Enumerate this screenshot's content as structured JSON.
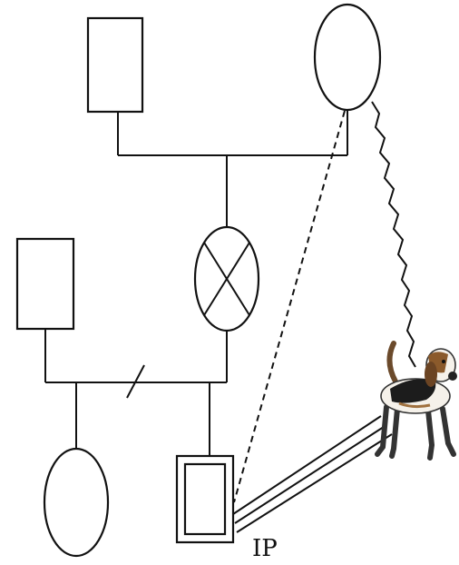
{
  "diagram": {
    "type": "genogram",
    "label_ip": "IP",
    "members": [
      {
        "id": "paternal-grandfather",
        "shape": "square"
      },
      {
        "id": "paternal-grandmother",
        "shape": "circle"
      },
      {
        "id": "father",
        "shape": "square"
      },
      {
        "id": "mother",
        "shape": "circle",
        "marker": "deceased-x"
      },
      {
        "id": "sister",
        "shape": "circle"
      },
      {
        "id": "identified-patient",
        "shape": "square",
        "marker": "double-border"
      },
      {
        "id": "dog",
        "shape": "dog-figure"
      }
    ],
    "relationships": [
      {
        "from": "paternal-grandfather",
        "to": "paternal-grandmother",
        "type": "marriage"
      },
      {
        "from": "father",
        "to": "mother",
        "type": "separation"
      },
      {
        "from": "paternal-grandmother",
        "to": "identified-patient",
        "type": "distant"
      },
      {
        "from": "paternal-grandmother",
        "to": "dog",
        "type": "conflict"
      },
      {
        "from": "identified-patient",
        "to": "dog",
        "type": "close"
      }
    ]
  }
}
